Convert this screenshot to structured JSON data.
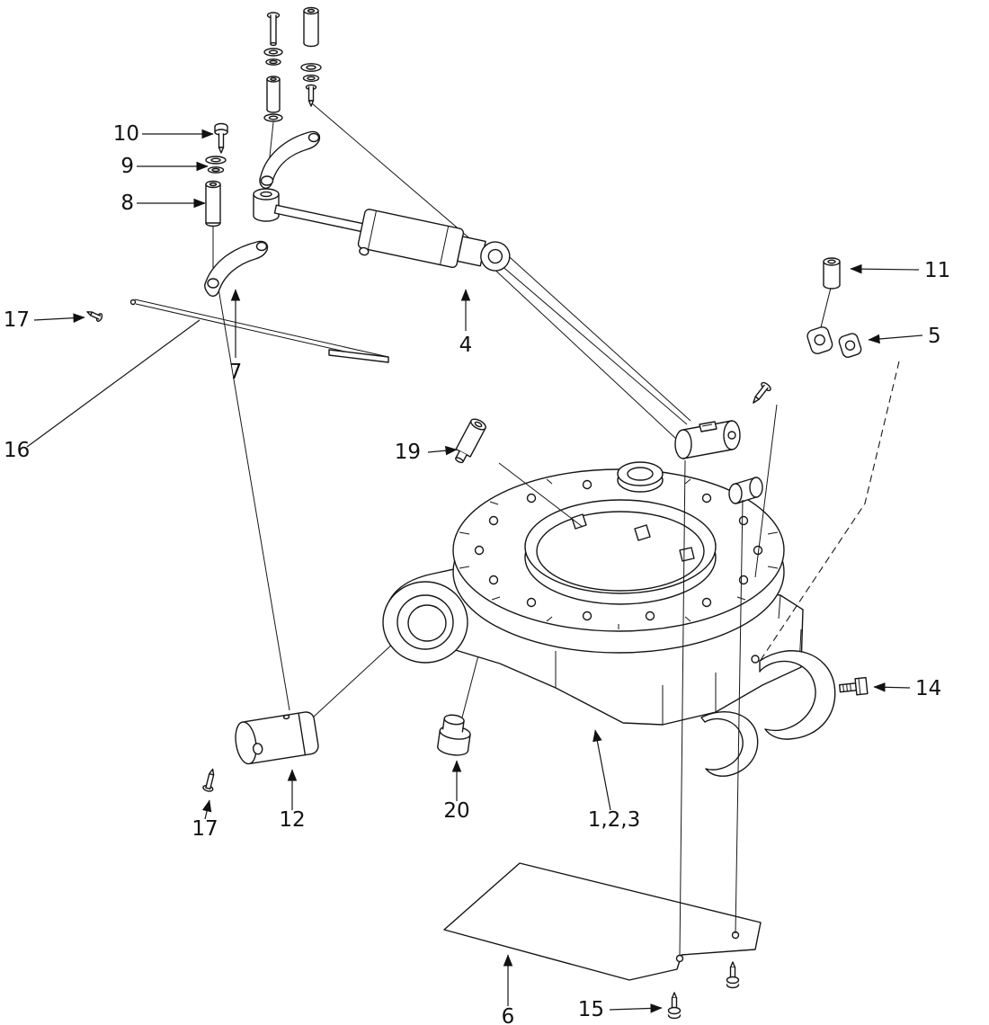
{
  "diagram": {
    "colors": {
      "ink": "#161616",
      "paper": "#ffffff"
    },
    "callouts": {
      "c10": "10",
      "c9": "9",
      "c8": "8",
      "c17a": "17",
      "c7": "7",
      "c16": "16",
      "c4": "4",
      "c19": "19",
      "c11": "11",
      "c5": "5",
      "c14": "14",
      "c12": "12",
      "c17b": "17",
      "c20": "20",
      "c123": "1,2,3",
      "c6": "6",
      "c15": "15"
    }
  }
}
